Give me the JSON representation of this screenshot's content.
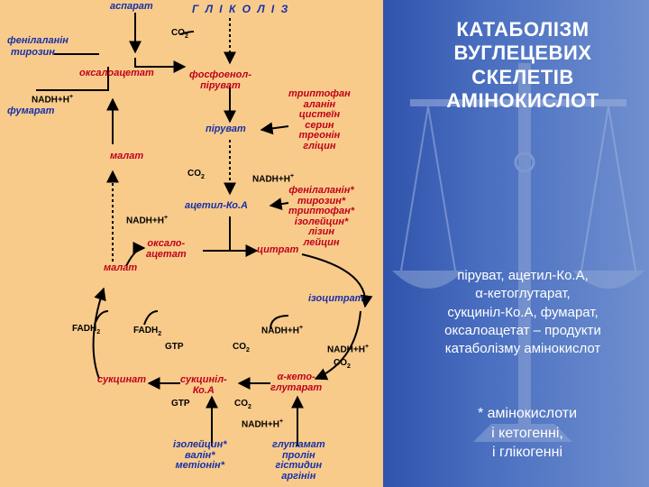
{
  "diagram": {
    "glycolysis": "Г Л І К О Л І З",
    "aspartate": "аспарат",
    "co2_top": "CO",
    "phenylalanine": "фенілаланін",
    "tyrosine": "тирозин",
    "oxaloacetate_top": "оксалоацетат",
    "pep_line1": "фосфоенол-",
    "pep_line2": "піруват",
    "nadh_top": "NADH+H",
    "fumarate_left": "фумарат",
    "tryptophan": "триптофан",
    "alanine": "аланін",
    "cysteine": "цистеїн",
    "serine": "серин",
    "threonine": "треонін",
    "glycine": "гліцин",
    "pyruvate": "піруват",
    "malate_top": "малат",
    "co2_mid": "CO",
    "nadh_mid_right": "NADH+H",
    "phenylalanine_star": "фенілаланін*",
    "tyrosine_star": "тирозин*",
    "tryptophan_star": "триптофан*",
    "isoleucine_star": "ізолейцин*",
    "lysine": "лізин",
    "leucine": "лейцин",
    "acetyl_coa": "ацетил-Ко.А",
    "nadh_left_mid": "NADH+H",
    "oxalo_line1": "оксало-",
    "oxalo_line2": "ацетат",
    "citrate": "цитрат",
    "malate_cycle": "малат",
    "isocitrate": "ізоцитрат",
    "fadh2_left": "FADH",
    "fadh2_inner": "FADH",
    "nadh_cycle": "NADH+H",
    "gtp_top": "GTP",
    "co2_cycle": "CO",
    "nadh_right": "NADH+H",
    "co2_right": "CO",
    "succinate": "сукцинат",
    "succinyl_line1": "сукциніл-",
    "succinyl_line2": "Ко.А",
    "akg_line1": "α-кето-",
    "akg_line2": "глутарат",
    "gtp_bottom": "GTP",
    "co2_bottom": "CO",
    "nadh_bottom": "NADH+H",
    "isoleucine_bottom": "ізолейцин*",
    "valine": "валін*",
    "methionine": "метіонін*",
    "glutamate": "глутамат",
    "proline": "пролін",
    "histidine": "гістидин",
    "arginine": "аргінін"
  },
  "title_lines": [
    "КАТАБОЛІЗМ",
    "ВУГЛЕЦЕВИХ",
    "СКЕЛЕТІВ",
    "АМІНОКИСЛОТ"
  ],
  "products_lines": [
    "піруват, ацетил-Ко.А,",
    "α-кетоглутарат,",
    "сукциніл-Ко.А, фумарат,",
    "оксалоацетат – продукти",
    "катаболізму амінокислот"
  ],
  "footnote_lines": [
    "* амінокислоти",
    "і кетогенні,",
    "і глікогенні"
  ],
  "colors": {
    "panel": "#f8cb8b",
    "red": "#c0001a",
    "blue": "#1730a8",
    "background": "#0d1f7a"
  }
}
